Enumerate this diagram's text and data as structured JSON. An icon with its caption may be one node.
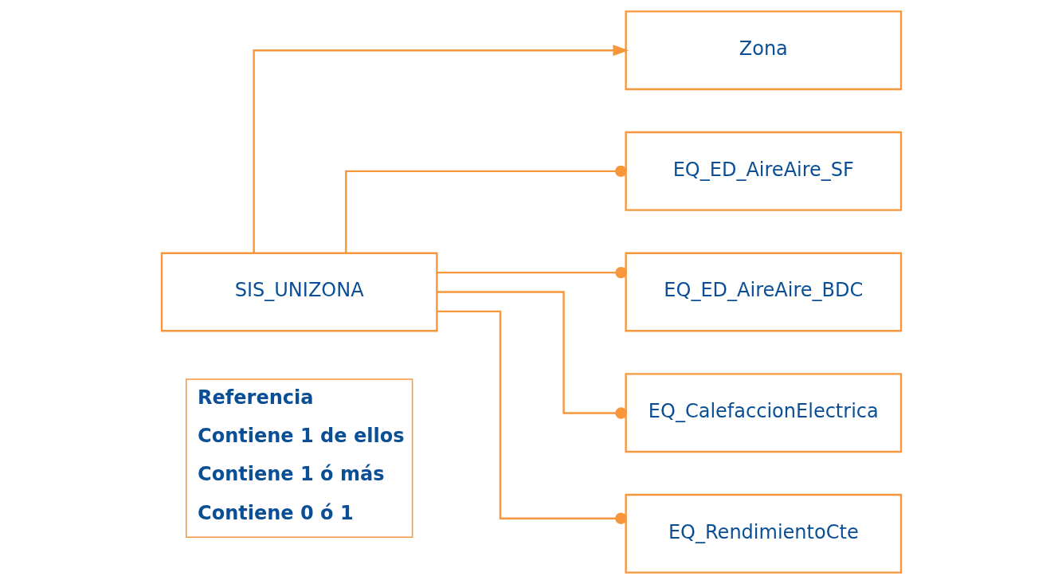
{
  "diagram": {
    "nodes": [
      {
        "text": [
          "SIS_UNIZONA"
        ]
      },
      {
        "text": [
          "Zona"
        ]
      },
      {
        "text": [
          "EQ_ED_AireAire_SF"
        ]
      },
      {
        "text": [
          "EQ_ED_AireAire_BDC"
        ]
      },
      {
        "text": [
          "EQ_CalefaccionElectrica"
        ]
      },
      {
        "text": [
          "EQ_RendimientoCte"
        ]
      }
    ],
    "edges": [
      {
        "from": 0,
        "to": 1,
        "arrow": "to"
      },
      {
        "from": 0,
        "to": 2,
        "arrow": "other"
      },
      {
        "from": 0,
        "to": 3,
        "arrow": "other"
      },
      {
        "from": 0,
        "to": 4,
        "arrow": "other"
      },
      {
        "from": 0,
        "to": 5,
        "arrow": "other"
      }
    ],
    "legend": [
      {
        "text": "Referencia"
      },
      {
        "text": "Contiene 1 de ellos"
      },
      {
        "text": "Contiene 1 ó más"
      },
      {
        "text": "Contiene 0 ó 1"
      }
    ]
  }
}
